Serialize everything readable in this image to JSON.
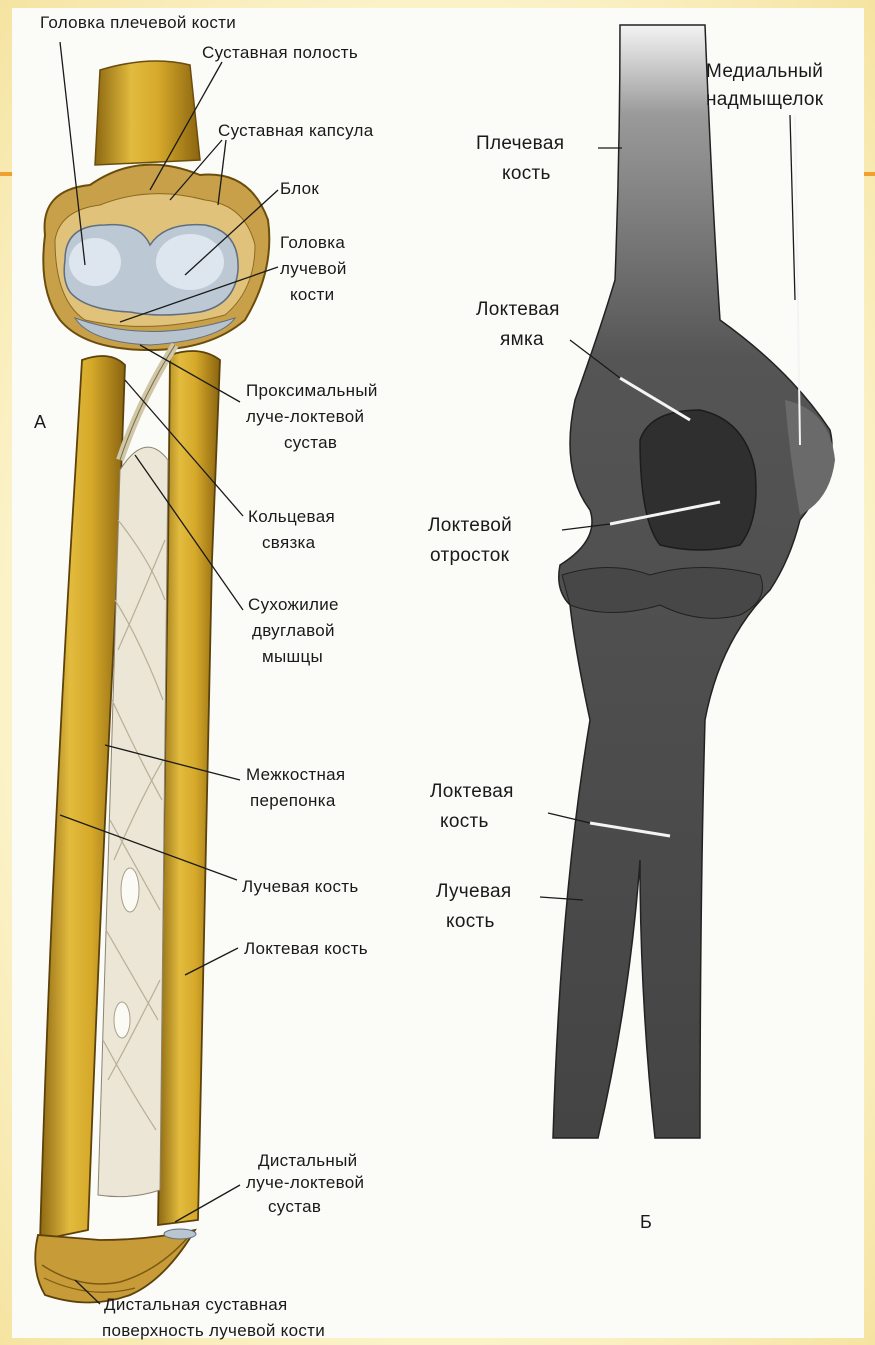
{
  "panels": {
    "a": "А",
    "b": "Б"
  },
  "labels_a": {
    "humerus_head": "Головка плечевой кости",
    "joint_cavity": "Суставная полость",
    "joint_capsule": "Суставная капсула",
    "trochlea": "Блок",
    "radius_head_1": "Головка",
    "radius_head_2": "лучевой",
    "radius_head_3": "кости",
    "prox_joint_1": "Проксимальный",
    "prox_joint_2": "луче-локтевой",
    "prox_joint_3": "сустав",
    "annular_1": "Кольцевая",
    "annular_2": "связка",
    "biceps_1": "Сухожилие",
    "biceps_2": "двуглавой",
    "biceps_3": "мышцы",
    "membrane_1": "Межкостная",
    "membrane_2": "перепонка",
    "radius": "Лучевая  кость",
    "ulna": "Локтевая  кость",
    "dist_joint_1": "Дистальный",
    "dist_joint_2": "луче-локтевой",
    "dist_joint_3": "сустав",
    "dist_surface_1": "Дистальная  суставная",
    "dist_surface_2": "поверхность  лучевой кости"
  },
  "labels_b": {
    "epicondyle_1": "Медиальный",
    "epicondyle_2": "надмыщелок",
    "humerus_1": "Плечевая",
    "humerus_2": "кость",
    "fossa_1": "Локтевая",
    "fossa_2": "ямка",
    "olecranon_1": "Локтевой",
    "olecranon_2": "отросток",
    "ulna_1": "Локтевая",
    "ulna_2": "кость",
    "radius_1": "Лучевая",
    "radius_2": "кость"
  },
  "colors": {
    "bone": "#d4a92c",
    "bone_dark": "#9a7416",
    "cartilage": "#b9c6d2",
    "membrane": "#e9e4d2",
    "xray": "#3f3f3f",
    "accent_line": "#f0a030"
  }
}
